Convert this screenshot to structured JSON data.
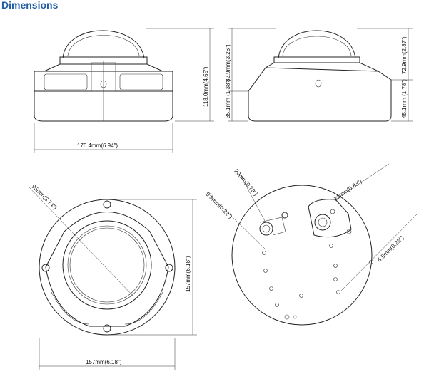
{
  "title": "Dimensions",
  "dims": {
    "front_width": "176.4mm(6.94\")",
    "front_height": "118.0mm(4.65\")",
    "side_dome": "82.9mm(3.26\")",
    "side_base": "35.1mm\n(1.38\")",
    "side_dome_r": "72.9mm(2.87\")",
    "side_base_r": "45.1mm\n(1.78\")",
    "top_diameter": "95mm(3.74\")",
    "top_height": "157mm(6.18\")",
    "top_width": "157mm(6.18\")",
    "bottom_hole_20": "20mm(0.79\")",
    "bottom_hole_55a": "5.5mm(0.22\")",
    "bottom_hole_21": "21mm(0.83\")",
    "bottom_hole_55b": "5.5mm(0.22\")"
  }
}
